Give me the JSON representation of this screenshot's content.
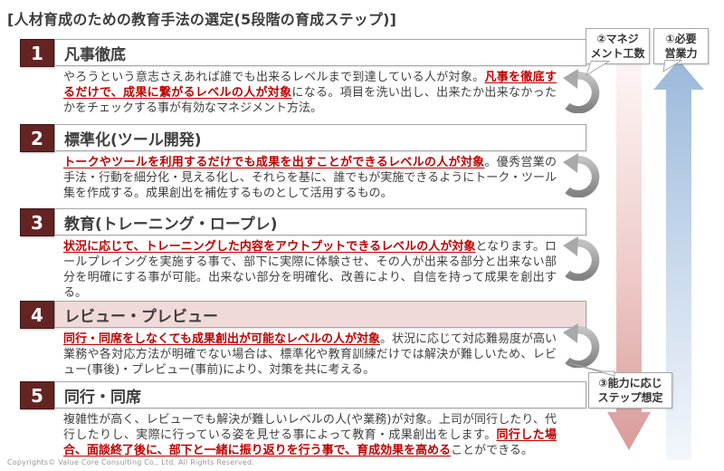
{
  "page": {
    "title": "[人材育成のための教育手法の選定(5段階の育成ステップ)]",
    "copyright": "Copyrights© Value Core Consulting Co., Ltd. All Rights Reserved."
  },
  "colors": {
    "step_number_box": "#632423",
    "highlighted_bar_bg": "#f0dad9",
    "emphasis_red": "#c00000",
    "body_text": "#3f3f3f",
    "border_gray": "#a6a6a6",
    "management_arrow_top": "#fdf4f3",
    "management_arrow_bottom": "#d89c9a",
    "sales_arrow_top": "#9bb9da",
    "sales_arrow_bottom": "#f3f7fb",
    "cycle_arrow_gray": "#919191"
  },
  "sections": [
    {
      "number": "1",
      "title": "凡事徹底",
      "highlight": false,
      "body": [
        {
          "text": "やろうという意志さえあれば誰でも出来るレベルまで到達している人が対象。",
          "em": false
        },
        {
          "text": "凡事を徹底するだけで、成果に繋がるレベルの人が対象",
          "em": true
        },
        {
          "text": "になる。項目を洗い出し、出来たか出来なかったかをチェックする事が有効なマネジメント方法。",
          "em": false
        }
      ]
    },
    {
      "number": "2",
      "title": "標準化(ツール開発)",
      "highlight": false,
      "body": [
        {
          "text": "トークやツールを利用するだけでも成果を出すことができるレベルの人が対象",
          "em": true
        },
        {
          "text": "。優秀営業の手法・行動を細分化・見える化し、それらを基に、誰でもが実施できるようにトーク・ツール集を作成する。成果創出を補佐するものとして活用するもの。",
          "em": false
        }
      ]
    },
    {
      "number": "3",
      "title": "教育(トレーニング・ロープレ)",
      "highlight": false,
      "body": [
        {
          "text": "状況に応じて、トレーニングした内容をアウトプットできるレベルの人が対象",
          "em": true
        },
        {
          "text": "となります。ロールプレイングを実施する事で、部下に実際に体験させ、その人が出来る部分と出来ない部分を明確にする事が可能。出来ない部分を明確化、改善により、自信を持って成果を創出する。",
          "em": false
        }
      ]
    },
    {
      "number": "4",
      "title": "レビュー・プレビュー",
      "highlight": true,
      "body": [
        {
          "text": "同行・同席をしなくても成果創出が可能なレベルの人が対象",
          "em": true
        },
        {
          "text": "。状況に応じて対応難易度が高い業務や各対応方法が明確でない場合は、標準化や教育訓練だけでは解決が難しいため、レビュー(事後)・プレビュー(事前)により、対策を共に考える。",
          "em": false
        }
      ]
    },
    {
      "number": "5",
      "title": "同行・同席",
      "highlight": false,
      "body": [
        {
          "text": "複雑性が高く、レビューでも解決が難しいレベルの人(や業務)が対象。上司が同行したり、代行したりし、実際に行っている姿を見せる事によって教育・成果創出をします。",
          "em": false
        },
        {
          "text": "同行した場合、面談終了後に、部下と一緒に振り返りを行う事で、育成効果を高める",
          "em": true
        },
        {
          "text": "ことができる。",
          "em": false
        }
      ]
    }
  ],
  "annotations": {
    "management_effort": {
      "line1": "②マネジ",
      "line2": "メント工数"
    },
    "sales_ability": {
      "line1": "①必要",
      "line2": "営業力"
    },
    "step_assumption": {
      "line1": "③能力に応じ",
      "line2": "ステップ想定"
    }
  }
}
